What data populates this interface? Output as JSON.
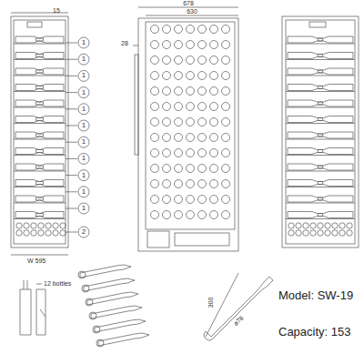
{
  "diagram": {
    "labels": [
      "15",
      "1",
      "1",
      "1",
      "1",
      "1",
      "1",
      "1",
      "1",
      "1",
      "1",
      "1",
      "2",
      "W 595",
      "678",
      "630",
      "28",
      "12 bottles",
      "300",
      "ø78",
      "Model: SW-19",
      "Capacity: 153"
    ]
  }
}
